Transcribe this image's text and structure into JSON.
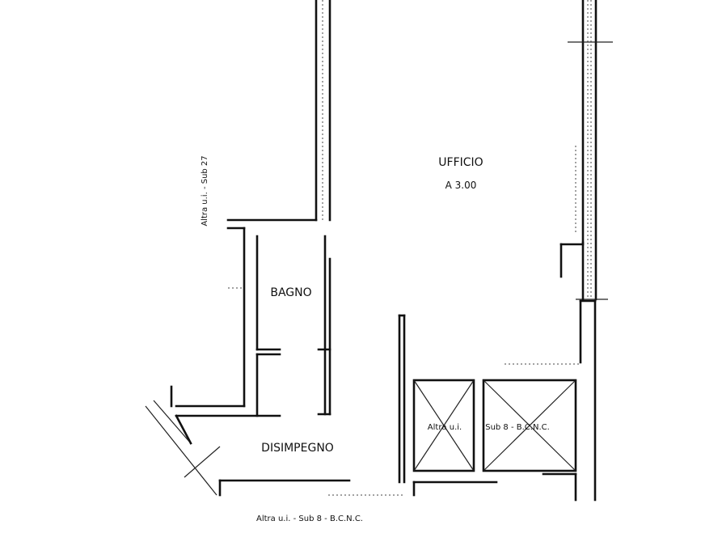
{
  "plan": {
    "rooms": {
      "ufficio": "UFFICIO",
      "ufficio_sub": "A 3.00",
      "bagno": "BAGNO",
      "disimpegno": "DISIMPEGNO"
    },
    "annotations": {
      "left_vertical": "Altra u.i. - Sub 27",
      "shaft_left": "Altra u.i.",
      "shaft_right": "Sub 8 - B.C.N.C.",
      "bottom": "Altra u.i. - Sub 8 - B.C.N.C."
    }
  }
}
